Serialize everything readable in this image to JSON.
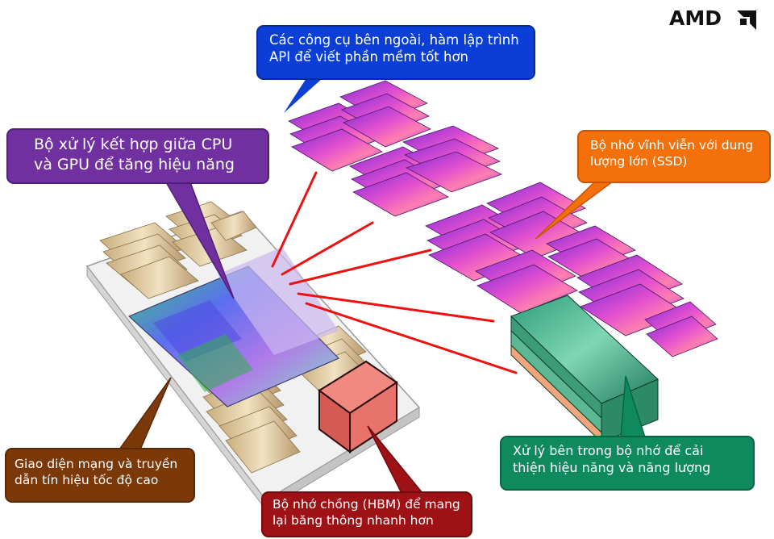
{
  "brand": {
    "logo_text": "AMD"
  },
  "callouts": {
    "tools": {
      "line1": "Các công cụ bên ngoài, hàm lập trình",
      "line2": "API để viết phần mềm tốt hơn",
      "color": "#0b3ed6"
    },
    "processor": {
      "line1": "Bộ xử lý kết hợp giữa CPU",
      "line2": "và GPU để tăng hiệu năng",
      "color": "#7030a0"
    },
    "ssd": {
      "line1": "Bộ nhớ vĩnh viễn với dung",
      "line2": "lượng lớn (SSD)",
      "color": "#f4700b"
    },
    "network": {
      "line1": "Giao diện mạng và truyền",
      "line2": "dẫn tín hiệu tốc độ cao",
      "color": "#7b3809"
    },
    "hbm": {
      "line1": "Bộ nhớ chồng (HBM) để mang",
      "line2": "lại băng thông nhanh hơn",
      "color": "#9e1216"
    },
    "pim": {
      "line1": "Xử lý bên trong bộ nhớ để cải",
      "line2": "thiện hiệu năng và năng lượng",
      "color": "#0f8a5f"
    }
  },
  "colors": {
    "link_line": "#ee1111",
    "memory_chip": "#d04bd8",
    "hbm_stack": "#e8736b",
    "pim_stack": "#4fb38c",
    "dram_stack": "#d9c29a"
  }
}
